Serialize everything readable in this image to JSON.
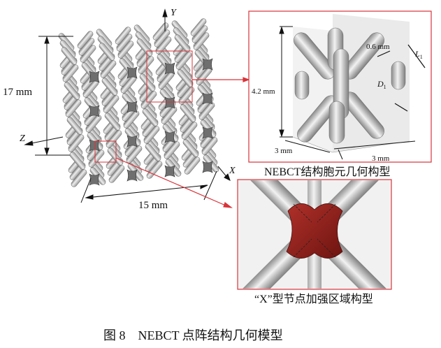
{
  "lattice": {
    "axis_y": "Y",
    "axis_z": "Z",
    "axis_x": "X",
    "height_dim": "17 mm",
    "width_dim": "15 mm"
  },
  "unit_cell": {
    "height_dim": "4.2 mm",
    "depth_dim": "3 mm",
    "width_dim": "3 mm",
    "strut_dim": "0.6 mm",
    "l1_label": "L",
    "l1_sub": "1",
    "d1_label": "D",
    "d1_sub": "1",
    "caption": "NEBCT结构胞元几何构型"
  },
  "node": {
    "caption": "“X”型节点加强区域构型"
  },
  "figure_caption": "图 8　NEBCT 点阵结构几何模型",
  "colors": {
    "highlight": "#d9333a",
    "strut": "#c9c9c9",
    "node_fill": "#8f1e1a"
  }
}
